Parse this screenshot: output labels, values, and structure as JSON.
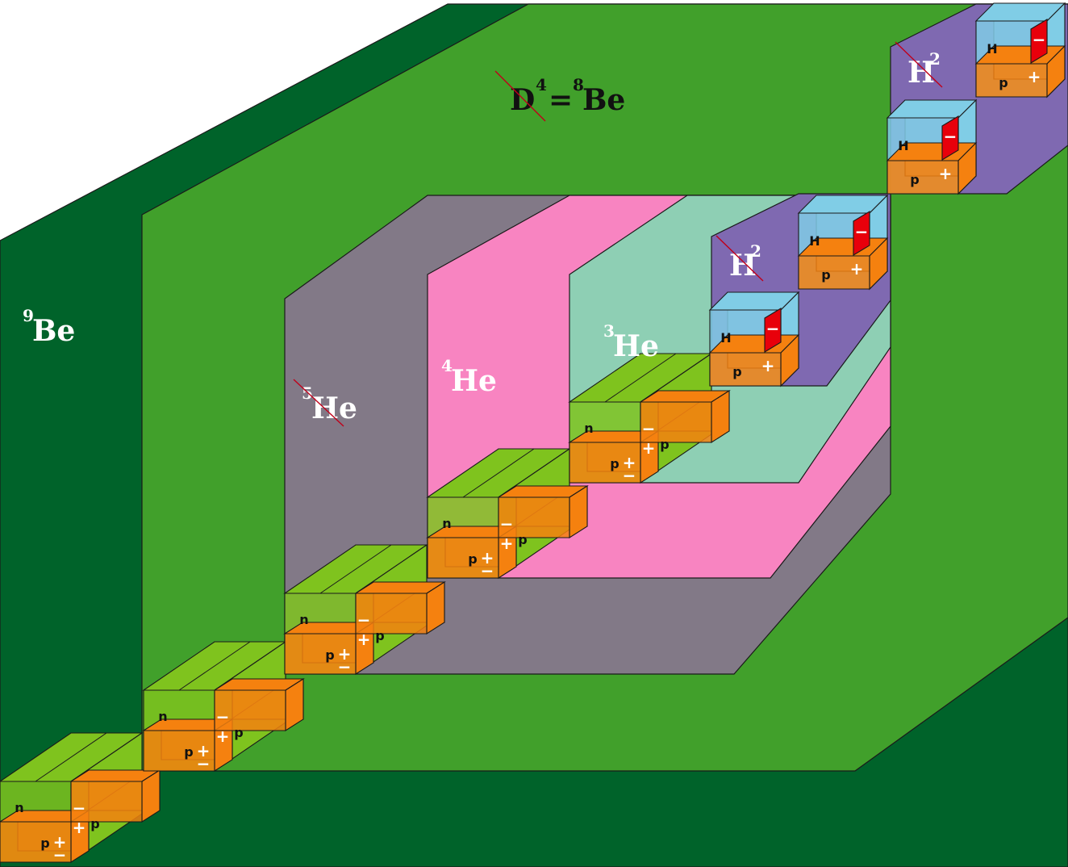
{
  "labels": {
    "be9": {
      "sup": "9",
      "main": "Be"
    },
    "he5": {
      "sup": "5",
      "main": "He"
    },
    "he4": {
      "sup": "4",
      "main": "He"
    },
    "he3": {
      "sup": "3",
      "main": "He"
    },
    "h2_upper": {
      "main": "H",
      "sup": "2"
    },
    "h2_lower": {
      "main": "H",
      "sup": "2"
    },
    "d4be8": {
      "main1": "D",
      "sup1": "4",
      "eq": "=",
      "sup2": "8",
      "main2": "Be"
    }
  },
  "cube_texts": {
    "n": "n",
    "p": "p",
    "H": "H",
    "plus": "+",
    "minus": "−"
  },
  "colors": {
    "dark_green": "#00632a",
    "mid_green": "#41a02b",
    "gray": "#827987",
    "pink": "#f884c1",
    "mint": "#8ecfb4",
    "purple": "#7f69b1",
    "lime": "#7fc31e",
    "orange": "#f5810f",
    "sky": "#80cde6",
    "red": "#e8000b"
  }
}
